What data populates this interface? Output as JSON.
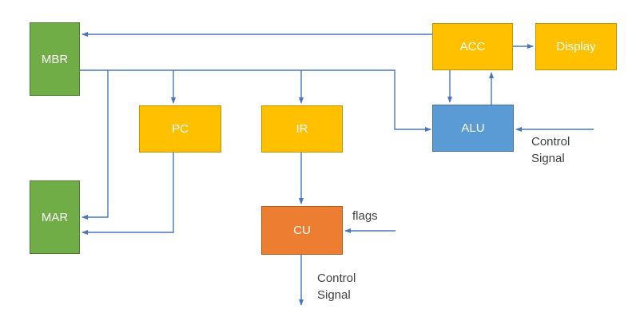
{
  "diagram": {
    "nodes": {
      "mbr": "MBR",
      "mar": "MAR",
      "pc": "PC",
      "ir": "IR",
      "acc": "ACC",
      "display": "Display",
      "alu": "ALU",
      "cu": "CU"
    },
    "labels": {
      "flags": "flags",
      "control_signal_alu": "Control\nSignal",
      "control_signal_cu": "Control\nSignal"
    },
    "edges": [
      {
        "from": "ACC",
        "to": "MBR"
      },
      {
        "from": "MBR",
        "to": "PC"
      },
      {
        "from": "MBR",
        "to": "IR"
      },
      {
        "from": "MBR",
        "to": "ALU"
      },
      {
        "from": "MBR",
        "to": "MAR"
      },
      {
        "from": "PC",
        "to": "MAR"
      },
      {
        "from": "IR",
        "to": "CU"
      },
      {
        "from": "flags",
        "to": "CU"
      },
      {
        "from": "CU",
        "to": "Control Signal (output)"
      },
      {
        "from": "ACC",
        "to": "Display"
      },
      {
        "from": "ACC",
        "to": "ALU"
      },
      {
        "from": "ALU",
        "to": "ACC"
      },
      {
        "from": "Control Signal",
        "to": "ALU"
      }
    ]
  },
  "colors": {
    "background": "#FFFFFF",
    "green": "#70AD47",
    "green_border": "#507E32",
    "gold": "#FFC000",
    "gold_border": "#BF9000",
    "blue": "#5B9BD5",
    "blue_border": "#41719C",
    "orange": "#ED7D31",
    "orange_border": "#AE5A21",
    "connector": "#4876BE",
    "box_text": "#FFFFFF",
    "label_text": "#3F3F3F"
  }
}
